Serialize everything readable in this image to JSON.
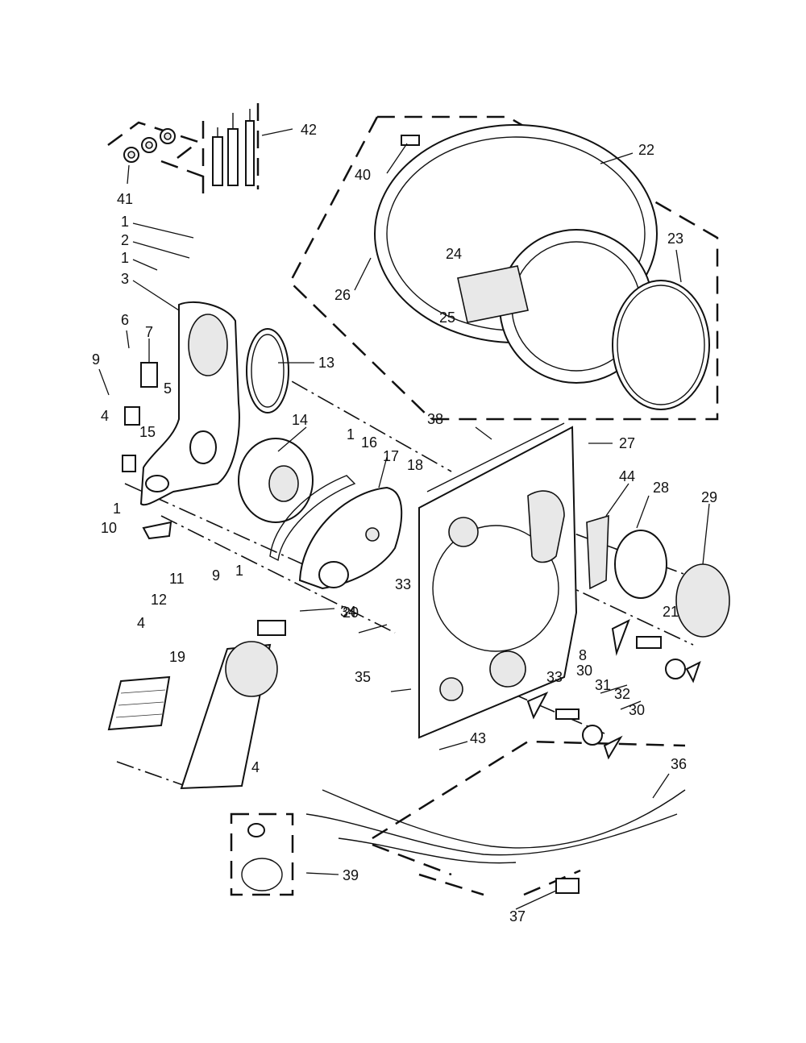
{
  "diagram": {
    "callouts": [
      {
        "id": "c41",
        "text": "41"
      },
      {
        "id": "c42",
        "text": "42"
      },
      {
        "id": "c1a",
        "text": "1"
      },
      {
        "id": "c2",
        "text": "2"
      },
      {
        "id": "c1b",
        "text": "1"
      },
      {
        "id": "c3",
        "text": "3"
      },
      {
        "id": "c6",
        "text": "6"
      },
      {
        "id": "c7",
        "text": "7"
      },
      {
        "id": "c9a",
        "text": "9"
      },
      {
        "id": "c5",
        "text": "5"
      },
      {
        "id": "c4a",
        "text": "4"
      },
      {
        "id": "c15",
        "text": "15"
      },
      {
        "id": "c1c",
        "text": "1"
      },
      {
        "id": "c10",
        "text": "10"
      },
      {
        "id": "c9b",
        "text": "9"
      },
      {
        "id": "c13",
        "text": "13"
      },
      {
        "id": "c14",
        "text": "14"
      },
      {
        "id": "c1d",
        "text": "1"
      },
      {
        "id": "c16",
        "text": "16"
      },
      {
        "id": "c17",
        "text": "17"
      },
      {
        "id": "c18",
        "text": "18"
      },
      {
        "id": "c1e",
        "text": "1"
      },
      {
        "id": "c20",
        "text": "20"
      },
      {
        "id": "c11",
        "text": "11"
      },
      {
        "id": "c12",
        "text": "12"
      },
      {
        "id": "c4b",
        "text": "4"
      },
      {
        "id": "c19",
        "text": "19"
      },
      {
        "id": "c4c",
        "text": "4"
      },
      {
        "id": "c22",
        "text": "22"
      },
      {
        "id": "c40",
        "text": "40"
      },
      {
        "id": "c23",
        "text": "23"
      },
      {
        "id": "c24",
        "text": "24"
      },
      {
        "id": "c26",
        "text": "26"
      },
      {
        "id": "c25",
        "text": "25"
      },
      {
        "id": "c38",
        "text": "38"
      },
      {
        "id": "c27",
        "text": "27"
      },
      {
        "id": "c44",
        "text": "44"
      },
      {
        "id": "c28",
        "text": "28"
      },
      {
        "id": "c29",
        "text": "29"
      },
      {
        "id": "c33a",
        "text": "33"
      },
      {
        "id": "c34",
        "text": "34"
      },
      {
        "id": "c21",
        "text": "21"
      },
      {
        "id": "c8",
        "text": "8"
      },
      {
        "id": "c35",
        "text": "35"
      },
      {
        "id": "c33b",
        "text": "33"
      },
      {
        "id": "c30a",
        "text": "30"
      },
      {
        "id": "c31",
        "text": "31"
      },
      {
        "id": "c32",
        "text": "32"
      },
      {
        "id": "c30b",
        "text": "30"
      },
      {
        "id": "c43",
        "text": "43"
      },
      {
        "id": "c36",
        "text": "36"
      },
      {
        "id": "c39",
        "text": "39"
      },
      {
        "id": "c37",
        "text": "37"
      }
    ]
  }
}
